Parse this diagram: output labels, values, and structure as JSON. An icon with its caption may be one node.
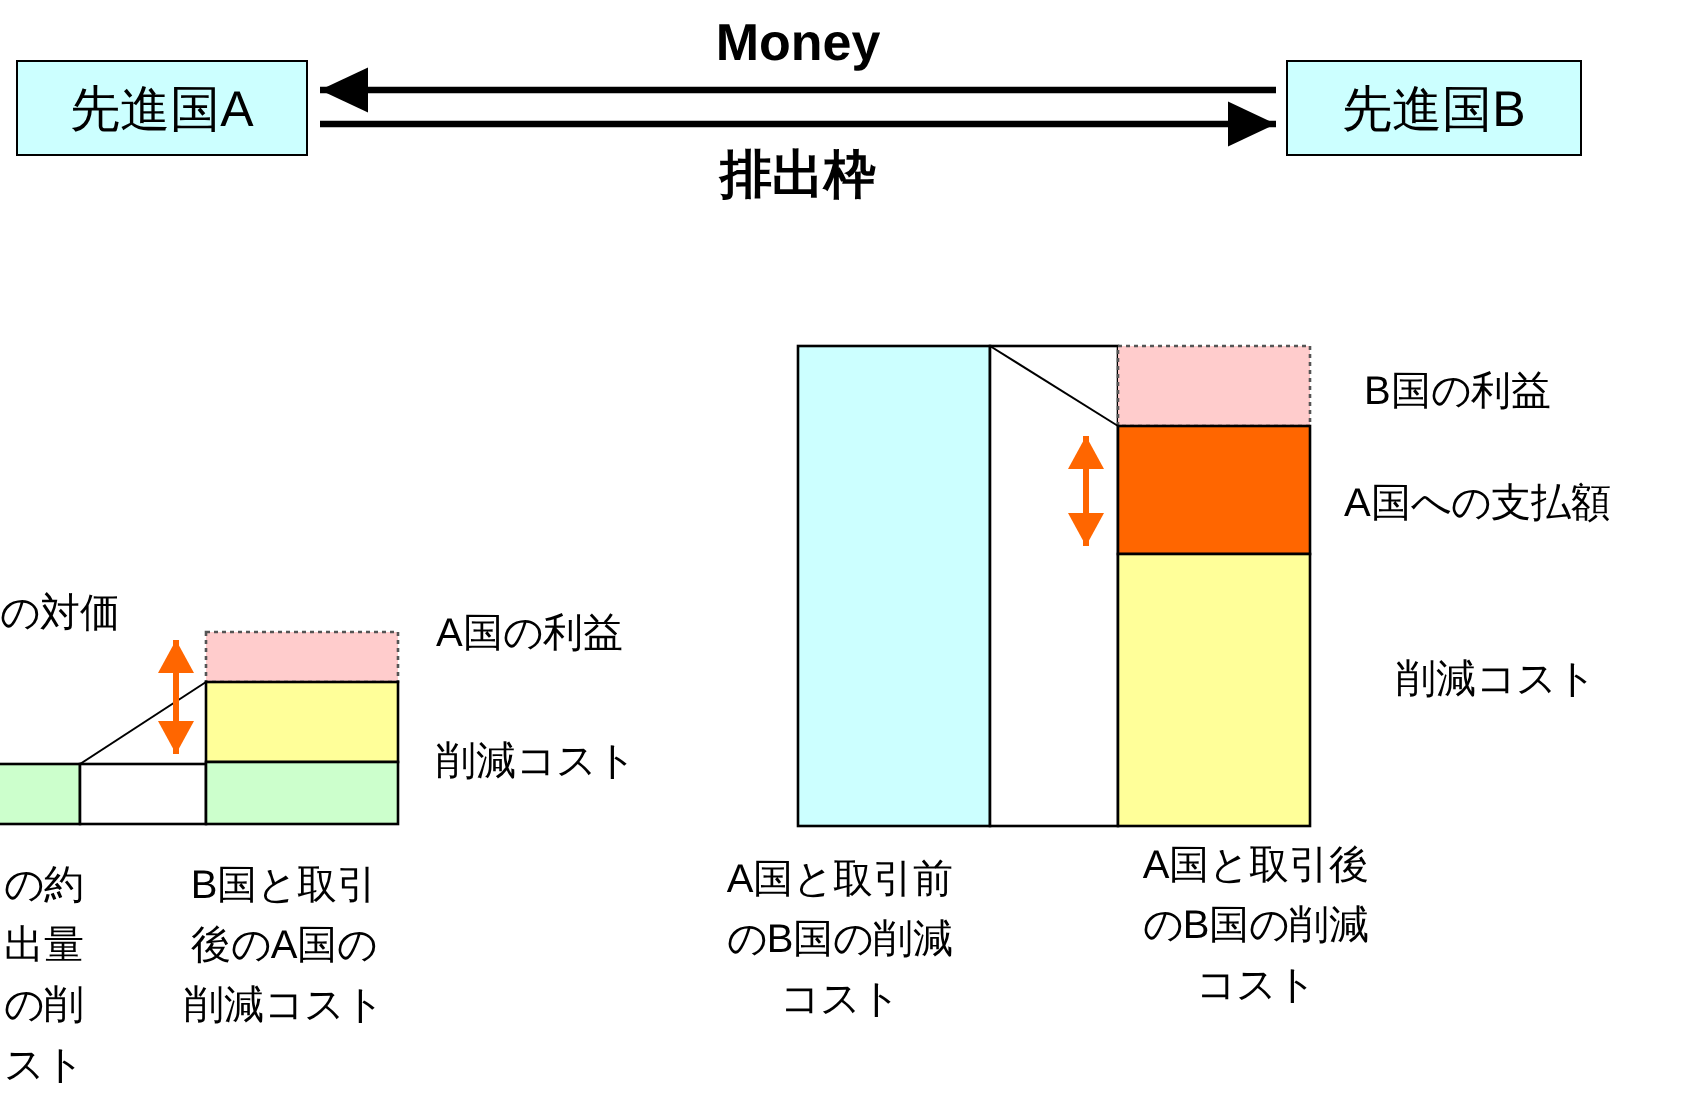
{
  "diagram": {
    "nodes": [
      {
        "text": [
          "先進国A"
        ]
      },
      {
        "text": [
          "先進国B"
        ]
      }
    ],
    "edges": [
      {
        "from": 1,
        "to": 0,
        "arrow": "to",
        "label": "Money"
      },
      {
        "from": 0,
        "to": 1,
        "arrow": "to",
        "label": "排出枠"
      }
    ],
    "labels": [
      "の対価",
      "A国の利益",
      "削減コスト",
      "の約出量の削スト",
      "B国と取引後のA国の削減コスト",
      "B国の利益",
      "A国への支払額",
      "削減コスト",
      "A国と取引前のB国の削減コスト",
      "A国と取引後のB国の削減コスト"
    ]
  }
}
